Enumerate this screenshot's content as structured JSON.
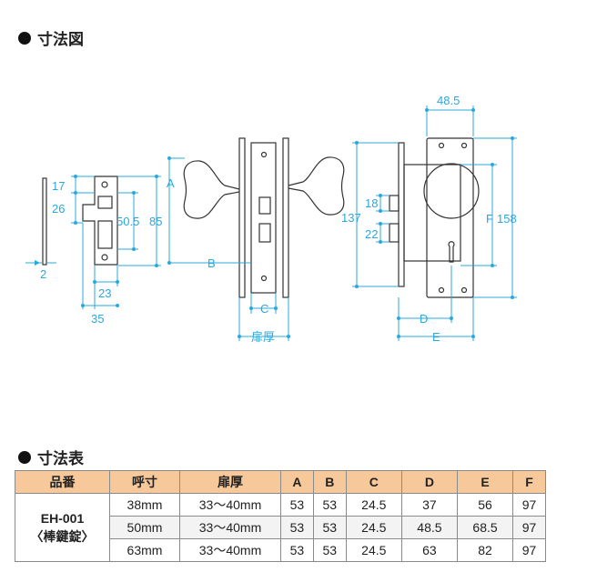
{
  "sections": {
    "diagram_title": "寸法図",
    "table_title": "寸法表"
  },
  "dimensions": {
    "d2": "2",
    "d17": "17",
    "d26": "26",
    "d50_5": "50.5",
    "d85": "85",
    "d23": "23",
    "d35": "35",
    "dA": "A",
    "dB": "B",
    "dC": "C",
    "door": "扉厚",
    "d48_5": "48.5",
    "d137": "137",
    "d18": "18",
    "d22": "22",
    "dF": "F",
    "d158": "158",
    "dD": "D",
    "dE": "E"
  },
  "table": {
    "headers": [
      "品番",
      "呼寸",
      "扉厚",
      "A",
      "B",
      "C",
      "D",
      "E",
      "F"
    ],
    "model_code": "EH-001",
    "model_name": "〈棒鍵錠〉",
    "rows": [
      [
        "38mm",
        "33～40mm",
        "53",
        "53",
        "24.5",
        "37",
        "56",
        "97"
      ],
      [
        "50mm",
        "33～40mm",
        "53",
        "53",
        "24.5",
        "48.5",
        "68.5",
        "97"
      ],
      [
        "63mm",
        "33～40mm",
        "53",
        "53",
        "24.5",
        "63",
        "82",
        "97"
      ]
    ]
  },
  "colors": {
    "dimension": "#29a8df",
    "header_bg": "#f6c89a",
    "line": "#333333"
  }
}
